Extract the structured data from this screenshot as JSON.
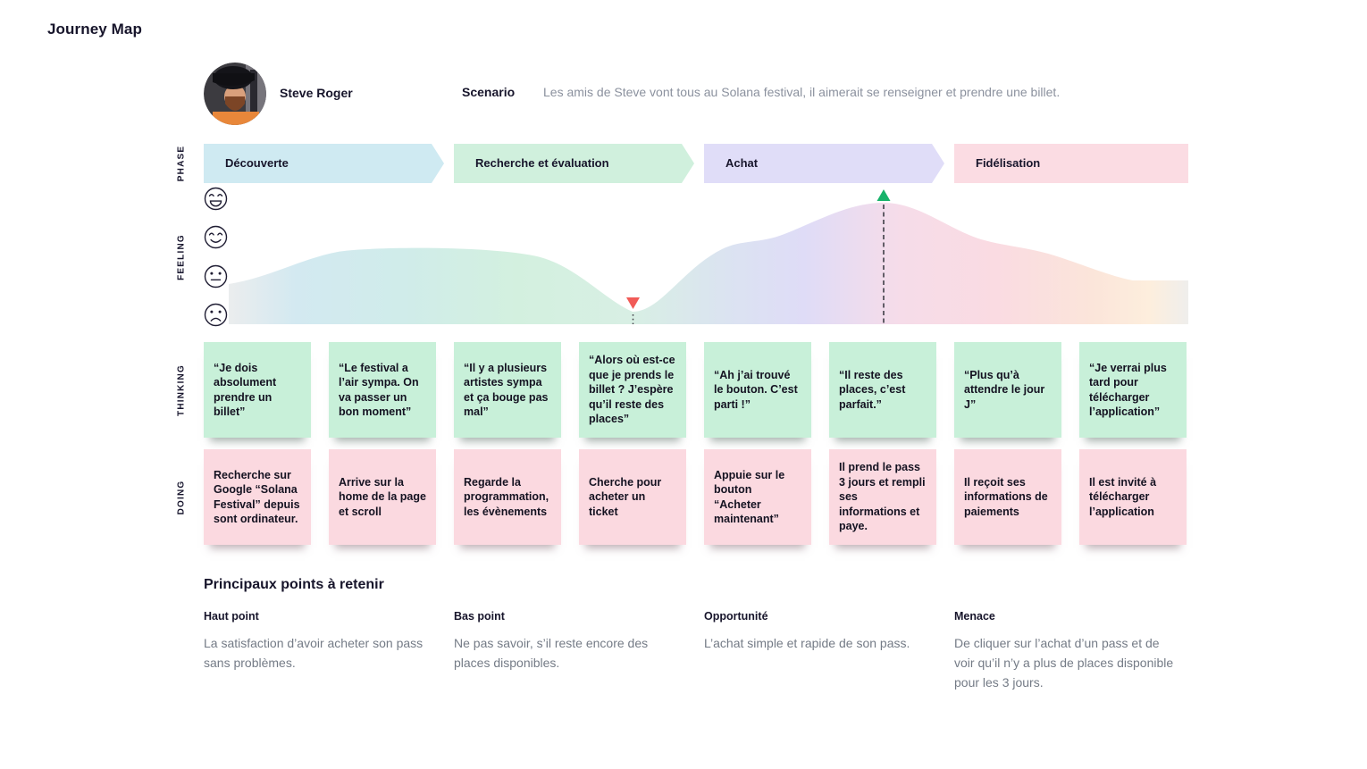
{
  "page": {
    "title": "Journey Map"
  },
  "persona": {
    "name": "Steve Roger"
  },
  "scenario": {
    "label": "Scenario",
    "text": "Les amis de Steve vont tous au Solana festival, il aimerait se renseigner et prendre une billet."
  },
  "row_labels": {
    "phase": "PHASE",
    "feeling": "FEELING",
    "thinking": "THINKING",
    "doing": "DOING"
  },
  "phases": [
    {
      "label": "Découverte",
      "color": "#cfeaf2"
    },
    {
      "label": "Recherche et évaluation",
      "color": "#d0f0dd"
    },
    {
      "label": "Achat",
      "color": "#e0ddf8"
    },
    {
      "label": "Fidélisation",
      "color": "#fbdce3"
    }
  ],
  "feeling": {
    "scale_icons": [
      "grin-emoji-icon",
      "smile-emoji-icon",
      "neutral-emoji-icon",
      "sad-emoji-icon"
    ],
    "low_point_marker": {
      "shape": "triangle-down",
      "color": "#f15b57",
      "located_at": "fin de Recherche et évaluation",
      "feeling_level": "sad"
    },
    "high_point_marker": {
      "shape": "triangle-up",
      "color": "#17b26a",
      "located_at": "Achat",
      "feeling_level": "very happy"
    },
    "curve_summary": "starts between neutral and sad, rises to happy during Recherche et évaluation, dips to sad low point, peaks very happy during Achat, slowly declines to neutral through Fidélisation"
  },
  "thinking_notes": [
    "“Je dois absolument prendre un billet”",
    "“Le festival a l’air sympa. On va passer un bon moment”",
    "“Il y a plusieurs artistes sympa et ça bouge pas mal”",
    "“Alors où est-ce que je prends le billet ? J’espère qu’il reste des places”",
    "“Ah j’ai trouvé le bouton. C’est parti !”",
    "“Il reste des places, c’est parfait.”",
    "“Plus qu’à attendre le jour J”",
    "“Je verrai plus tard pour télécharger l’application”"
  ],
  "doing_notes": [
    "Recherche sur Google “Solana Festival” depuis sont ordinateur.",
    "Arrive sur la home de la page et scroll",
    "Regarde la programmation, les évènements",
    "Cherche pour acheter un ticket",
    "Appuie sur le bouton “Acheter maintenant”",
    "Il prend le pass 3 jours et rempli ses informations et paye.",
    "Il reçoit ses informations de paiements",
    "Il est invité à télécharger l’application"
  ],
  "takeaways": {
    "title": "Principaux points à retenir",
    "items": [
      {
        "label": "Haut point",
        "text": "La satisfaction d’avoir acheter son pass sans problèmes."
      },
      {
        "label": "Bas point",
        "text": "Ne pas savoir, s’il reste encore des places disponibles."
      },
      {
        "label": "Opportunité",
        "text": "L’achat simple et rapide de son pass."
      },
      {
        "label": "Menace",
        "text": "De cliquer sur l’achat d’un pass et de voir qu’il n’y a plus de places disponible pour les 3 jours."
      }
    ]
  },
  "colors": {
    "text_dark": "#17152b",
    "text_gray": "#8b919e",
    "note_green": "#c8f0d9",
    "note_pink": "#fbd9e0",
    "marker_red": "#f15b57",
    "marker_green": "#17b26a"
  }
}
